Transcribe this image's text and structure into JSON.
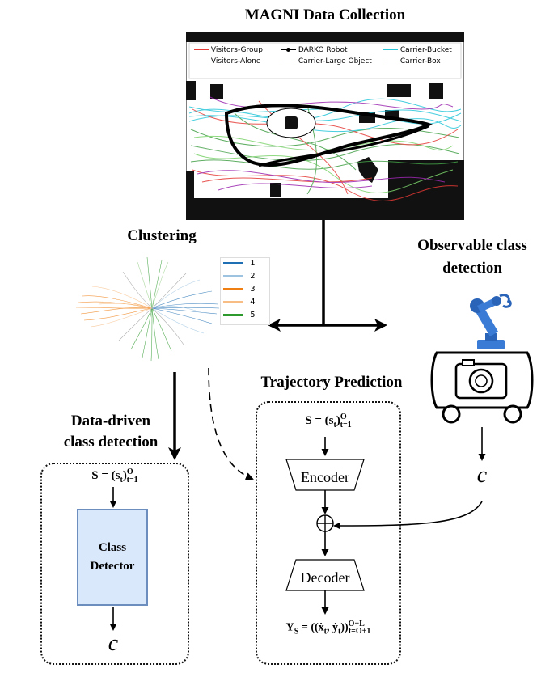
{
  "magni": {
    "title": "MAGNI Data Collection",
    "legend": [
      {
        "label": "Visitors-Group",
        "color": "#e53935",
        "style": "line"
      },
      {
        "label": "Visitors-Alone",
        "color": "#9c27b0",
        "style": "line"
      },
      {
        "label": "DARKO Robot",
        "color": "#000000",
        "style": "marker-line"
      },
      {
        "label": "Carrier-Large Object",
        "color": "#43a047",
        "style": "line"
      },
      {
        "label": "Carrier-Bucket",
        "color": "#26c6da",
        "style": "line"
      },
      {
        "label": "Carrier-Box",
        "color": "#7bd36b",
        "style": "line"
      }
    ]
  },
  "clustering": {
    "title": "Clustering",
    "legend": [
      {
        "label": "1",
        "color": "#1f6fb4"
      },
      {
        "label": "2",
        "color": "#9cc3e0"
      },
      {
        "label": "3",
        "color": "#f07f13"
      },
      {
        "label": "4",
        "color": "#f7bd84"
      },
      {
        "label": "5",
        "color": "#2e9a2e"
      }
    ]
  },
  "observable": {
    "title_line1": "Observable class",
    "title_line2": "detection",
    "output_symbol": "c"
  },
  "data_driven": {
    "title_line1": "Data-driven",
    "title_line2": "class detection",
    "input_eq": "S = (s",
    "detector_line1": "Class",
    "detector_line2": "Detector",
    "output_symbol": "c"
  },
  "prediction": {
    "title": "Trajectory Prediction",
    "encoder": "Encoder",
    "decoder": "Decoder",
    "combine_symbol": "⊕"
  }
}
